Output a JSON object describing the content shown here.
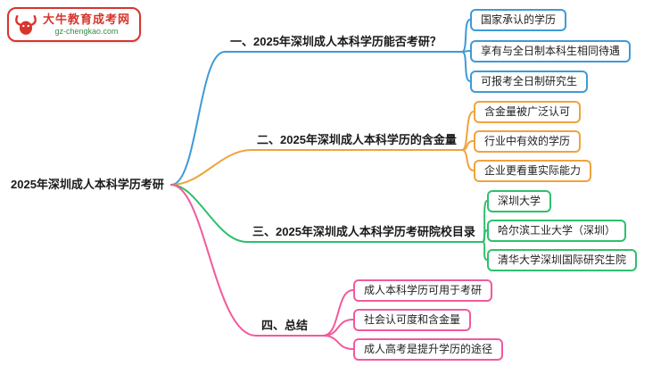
{
  "logo": {
    "title": "大牛教育成考网",
    "subtitle": "gz-chengkao.com",
    "brand_color": "#d8342c",
    "subtitle_color": "#3c8a44"
  },
  "root": {
    "label": "2025年深圳成人本科学历考研"
  },
  "branches": [
    {
      "label": "一、2025年深圳成人本科学历能否考研？",
      "color": "#3f9ad6",
      "children": [
        "国家承认的学历",
        "享有与全日制本科生相同待遇",
        "可报考全日制研究生"
      ]
    },
    {
      "label": "二、2025年深圳成人本科学历的含金量",
      "color": "#f0a33c",
      "children": [
        "含金量被广泛认可",
        "行业中有效的学历",
        "企业更看重实际能力"
      ]
    },
    {
      "label": "三、2025年深圳成人本科学历考研院校目录",
      "color": "#2fbf6e",
      "children": [
        "深圳大学",
        "哈尔滨工业大学（深圳）",
        "清华大学深圳国际研究生院"
      ]
    },
    {
      "label": "四、总结",
      "color": "#f15a9d",
      "children": [
        "成人本科学历可用于考研",
        "社会认可度和含金量",
        "成人高考是提升学历的途径"
      ]
    }
  ]
}
